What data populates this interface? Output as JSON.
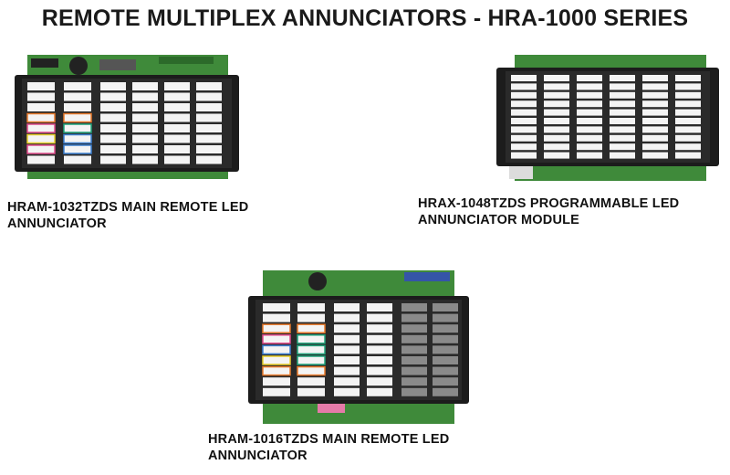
{
  "header": {
    "title": "REMOTE MULTIPLEX ANNUNCIATORS - HRA-1000 SERIES"
  },
  "products": [
    {
      "caption_line1": "HRAM-1032TZDS MAIN REMOTE LED",
      "caption_line2": "ANNUNCIATOR"
    },
    {
      "caption_line1": "HRAX-1048TZDS PROGRAMMABLE LED",
      "caption_line2": "ANNUNCIATOR MODULE"
    },
    {
      "caption_line1": "HRAM-1016TZDS MAIN REMOTE LED",
      "caption_line2": "ANNUNCIATOR"
    }
  ],
  "colors": {
    "pcb_green": "#3f8a3a",
    "panel_black": "#1c1c1c",
    "window_white": "#f4f4f4",
    "accent_orange": "#e8792a",
    "accent_blue": "#3b7fd1",
    "accent_yellow": "#e8cf2a",
    "accent_pink": "#e04a8a",
    "accent_teal": "#1fa37a"
  },
  "icons": [
    "annunciator-photo-1032",
    "annunciator-photo-1048",
    "annunciator-photo-1016"
  ]
}
